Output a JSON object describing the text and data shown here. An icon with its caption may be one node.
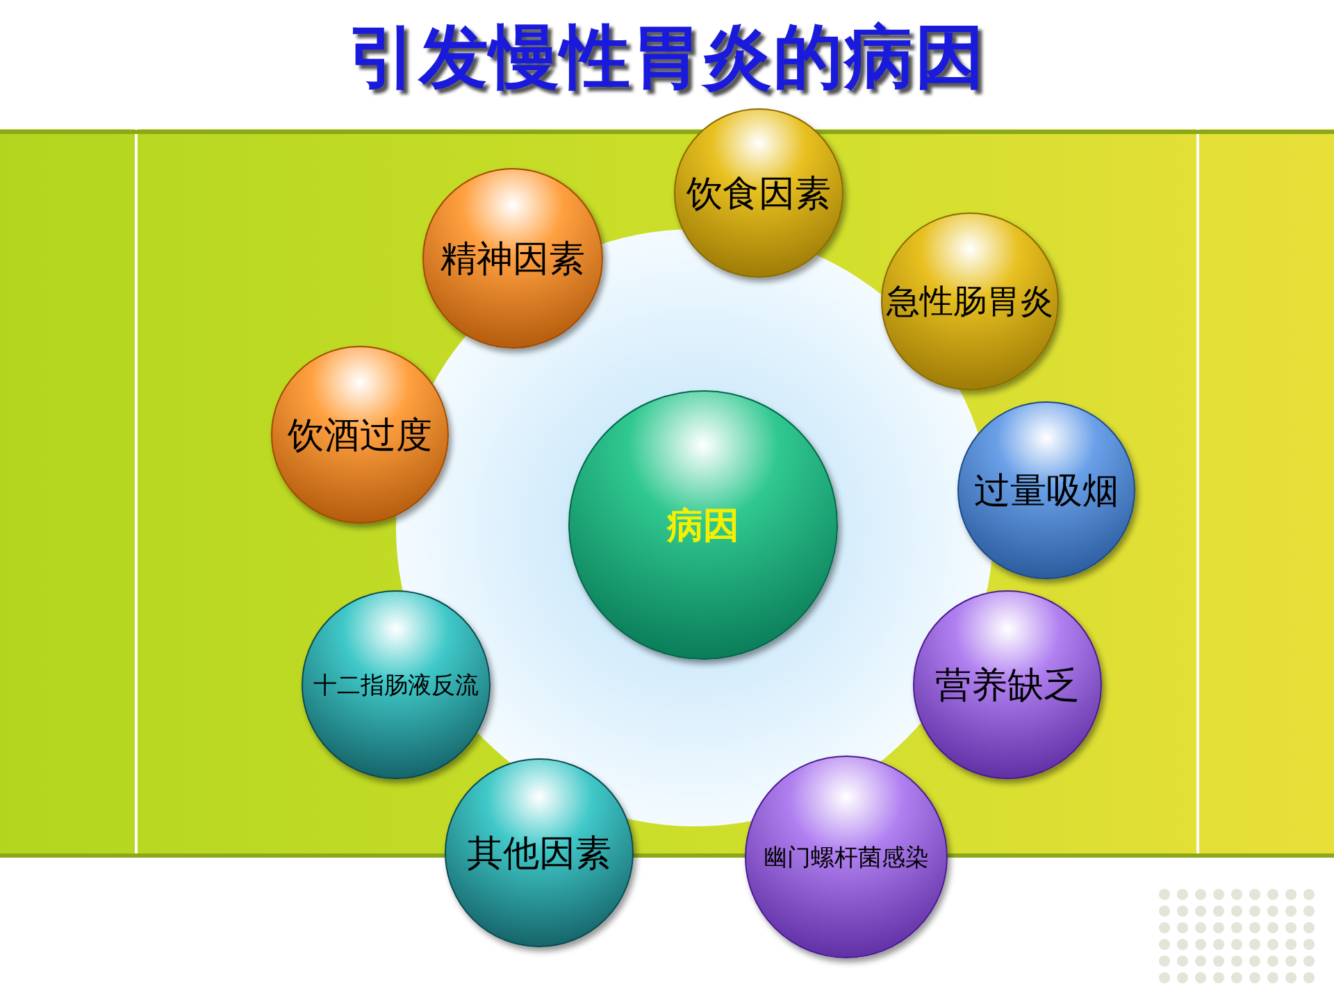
{
  "diagram": {
    "title": "引发慢性胃炎的病因",
    "nodes": [
      {
        "text": [
          "饮食因素"
        ]
      },
      {
        "text": [
          "精神因素"
        ]
      },
      {
        "text": [
          "急性肠胃炎"
        ]
      },
      {
        "text": [
          "饮酒过度"
        ]
      },
      {
        "text": [
          "病因"
        ]
      },
      {
        "text": [
          "过量吸烟"
        ]
      },
      {
        "text": [
          "十二指肠液反流"
        ]
      },
      {
        "text": [
          "营养缺乏"
        ]
      },
      {
        "text": [
          "其他因素"
        ]
      },
      {
        "text": [
          "幽门螺杆菌感染"
        ]
      }
    ],
    "edges": []
  }
}
